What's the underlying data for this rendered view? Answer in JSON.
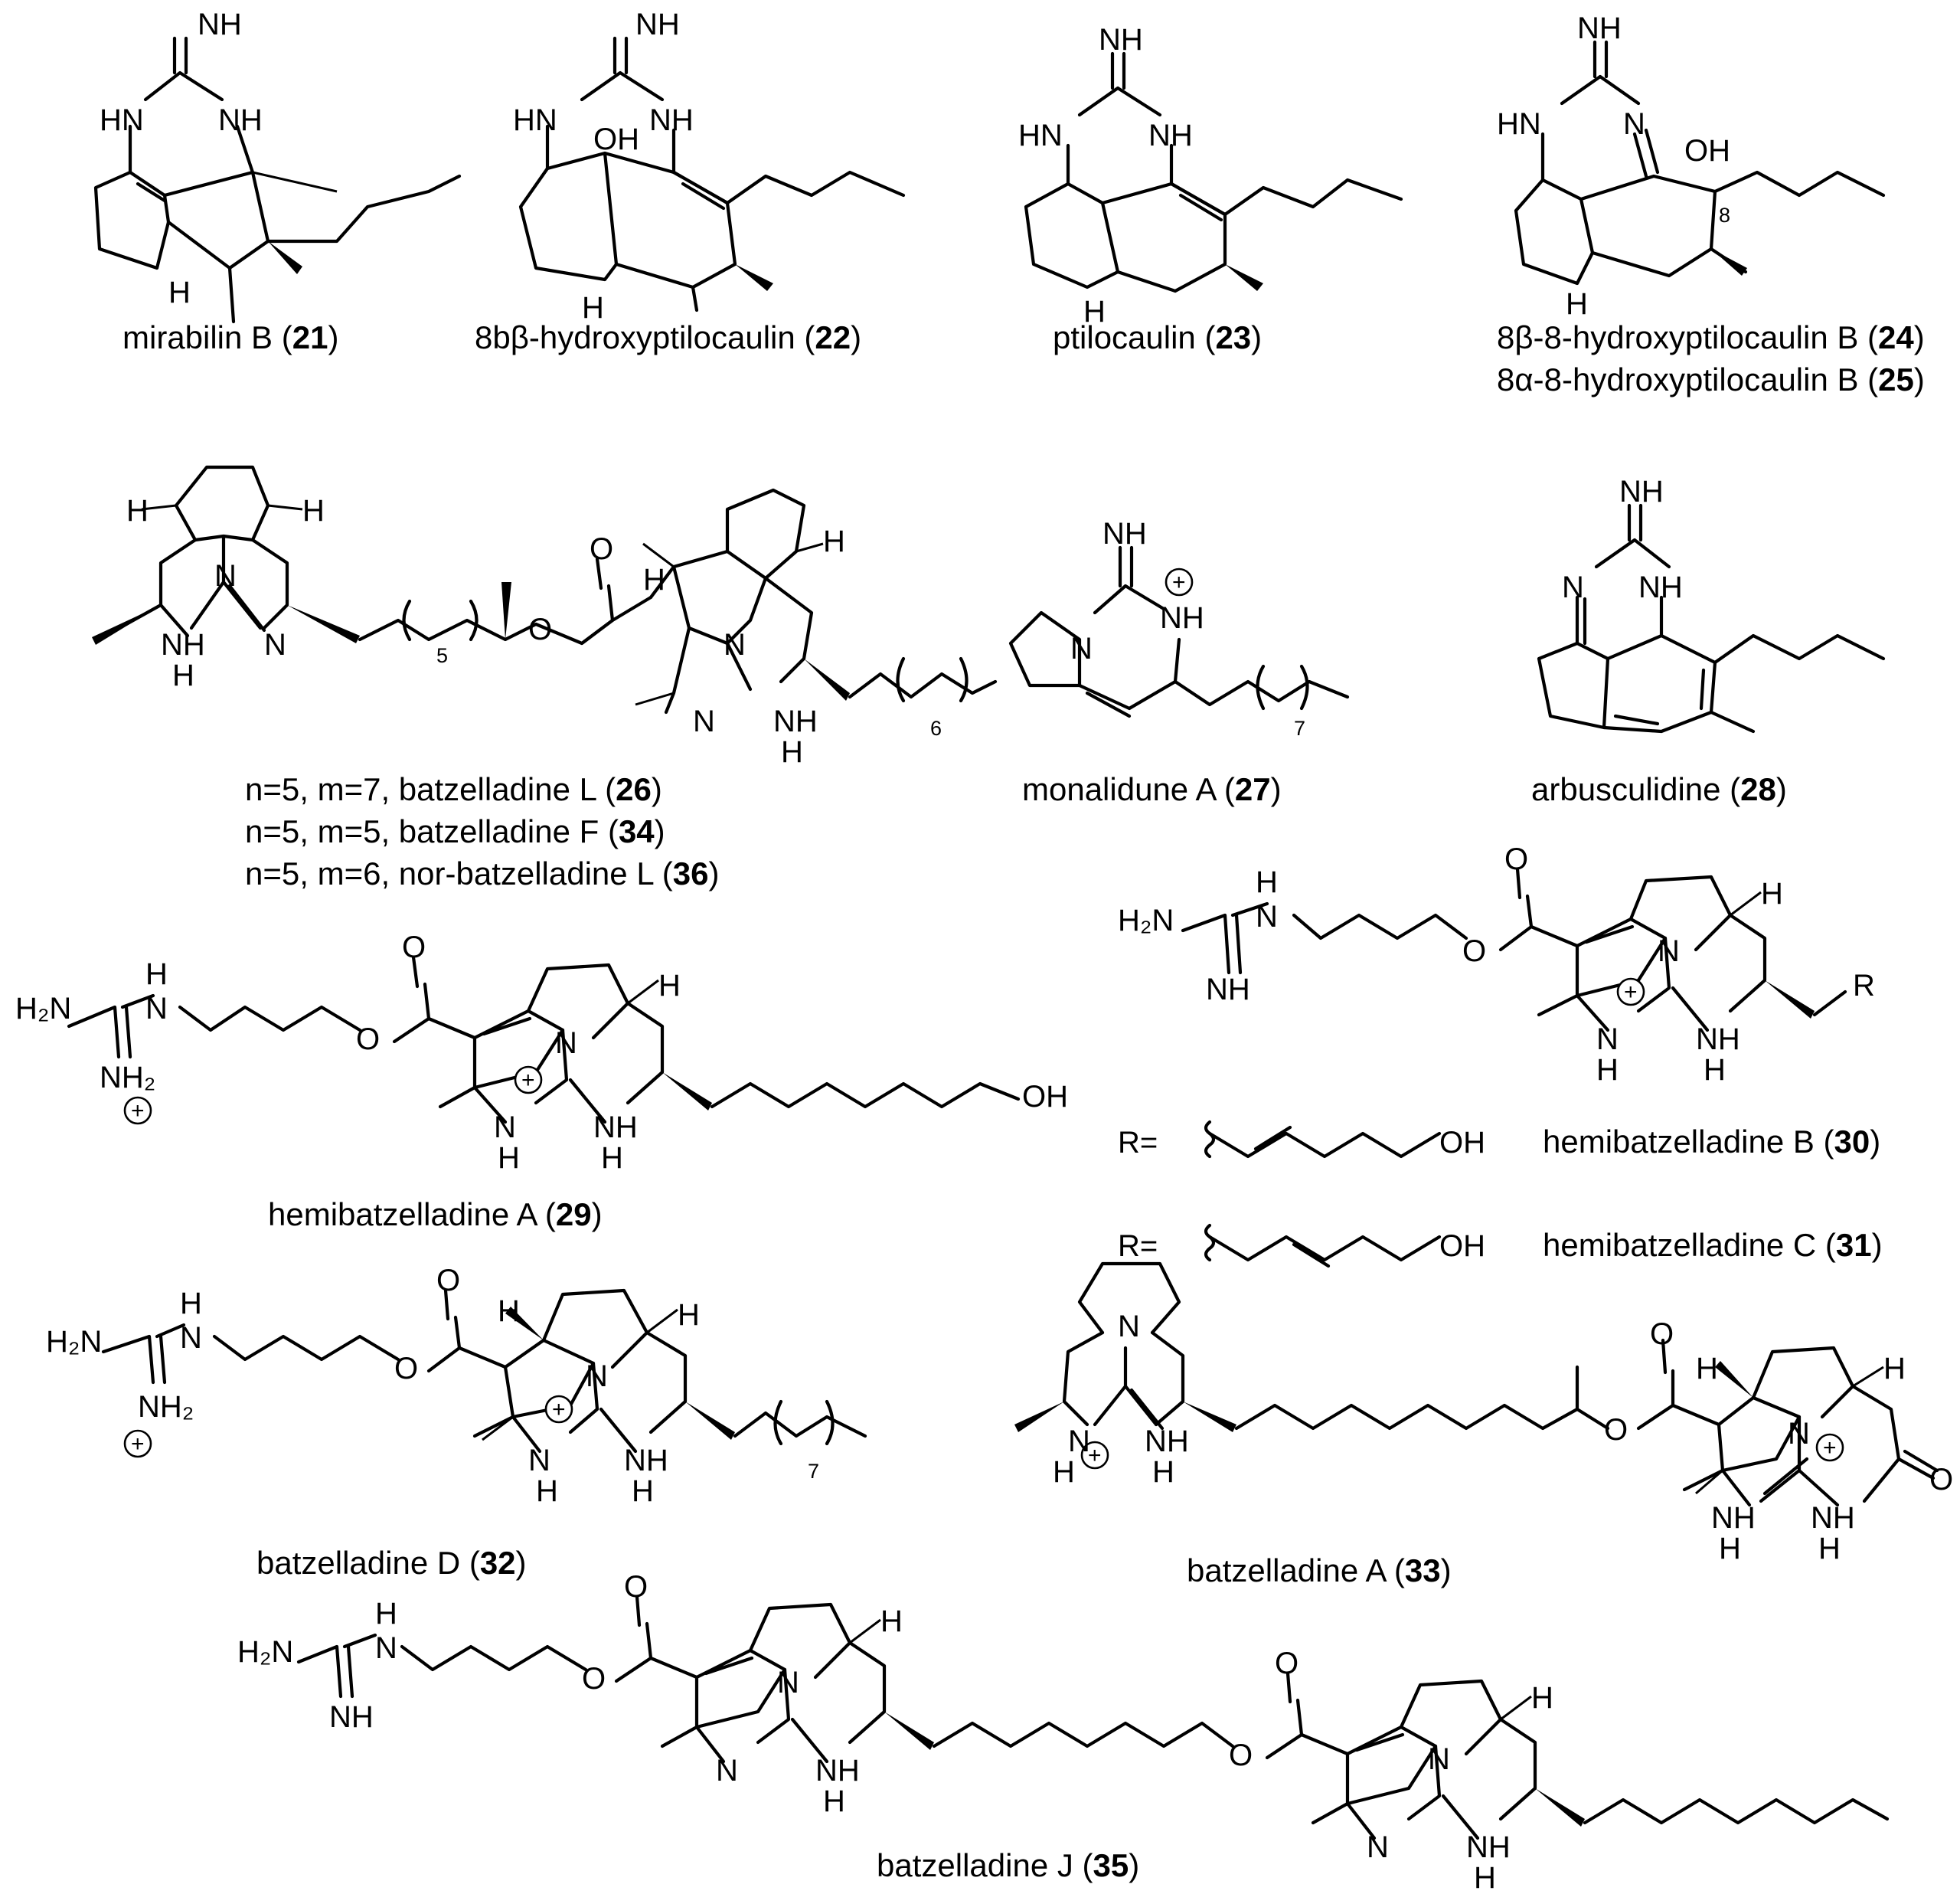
{
  "compounds": [
    {
      "id": "21",
      "name": "mirabilin B",
      "number": "21"
    },
    {
      "id": "22",
      "name": "8bβ-hydroxyptilocaulin",
      "number": "22"
    },
    {
      "id": "23",
      "name": "ptilocaulin",
      "number": "23"
    },
    {
      "id": "24",
      "name": "8β-8-hydroxyptilocaulin B",
      "number": "24"
    },
    {
      "id": "25",
      "name": "8α-8-hydroxyptilocaulin B",
      "number": "25"
    },
    {
      "id": "26",
      "name": "n=5, m=7, batzelladine L",
      "number": "26"
    },
    {
      "id": "34",
      "name": "n=5, m=5, batzelladine F",
      "number": "34"
    },
    {
      "id": "36",
      "name": "n=5, m=6, nor-batzelladine L",
      "number": "36"
    },
    {
      "id": "27",
      "name": "monalidune A",
      "number": "27"
    },
    {
      "id": "28",
      "name": "arbusculidine",
      "number": "28"
    },
    {
      "id": "29",
      "name": "hemibatzelladine A",
      "number": "29"
    },
    {
      "id": "30",
      "name": "hemibatzelladine B",
      "number": "30"
    },
    {
      "id": "31",
      "name": "hemibatzelladine C",
      "number": "31"
    },
    {
      "id": "32",
      "name": "batzelladine D",
      "number": "32"
    },
    {
      "id": "33",
      "name": "batzelladine A",
      "number": "33"
    },
    {
      "id": "35",
      "name": "batzelladine J",
      "number": "35"
    }
  ],
  "atoms": {
    "nh": "NH",
    "hn": "HN",
    "n": "N",
    "h": "H",
    "oh": "OH",
    "o": "O",
    "h2n": "H₂N",
    "nh2": "NH₂",
    "n_upper": "N",
    "r_eq": "R=",
    "r": "R",
    "pos8": "8",
    "sub5": "5",
    "sub6": "6",
    "sub7": "7"
  },
  "charge": "+"
}
